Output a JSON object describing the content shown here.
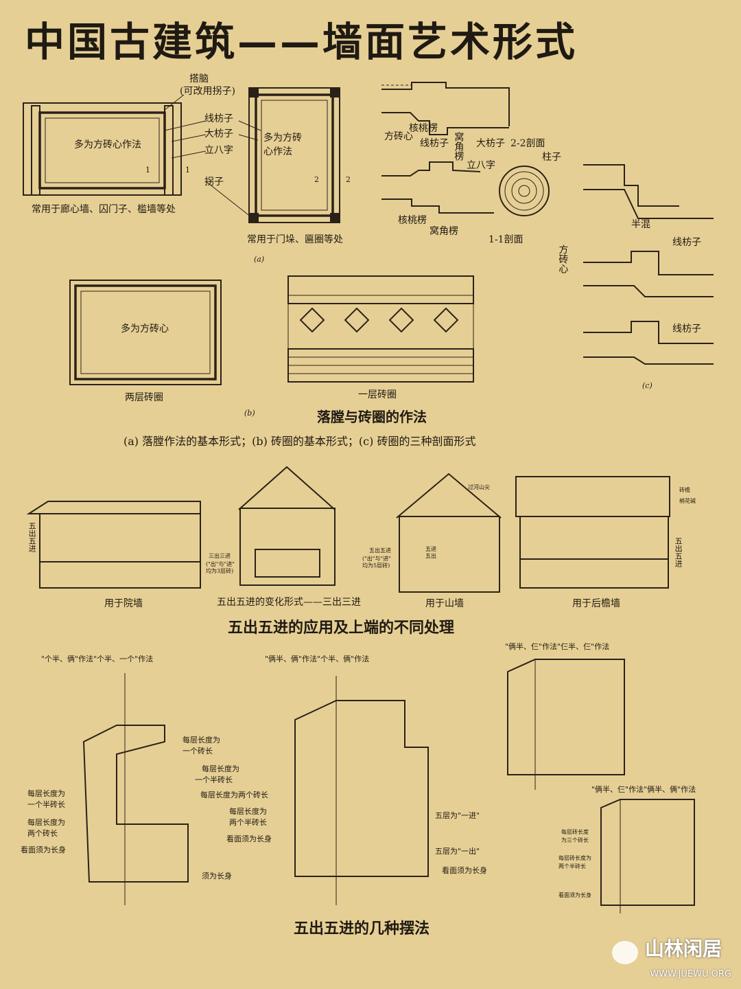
{
  "title": "中国古建筑——墙面艺术形式",
  "section1": {
    "fig_a": {
      "left_panel": {
        "center": "多为方砖心作法",
        "caption": "常用于廊心墙、囚门子、槛墙等处",
        "marker_1a": "1",
        "marker_1b": "1"
      },
      "mid_panel": {
        "center_line1": "多为方砖",
        "center_line2": "心作法",
        "caption": "常用于门垛、匾圈等处",
        "marker_2a": "2",
        "marker_2b": "2"
      },
      "callouts": {
        "dana": "搭脑",
        "dana_note": "(可改用拐子)",
        "xianfangzi": "线枋子",
        "dafangzi": "大枋子",
        "libazi": "立八字",
        "guaizi": "拐子"
      },
      "section_labels": {
        "fangzhuanxin": "方砖心",
        "hetaoleng_top": "核桃楞",
        "xianfangzi": "线枋子",
        "wojiaoleng_top": "窝角楞",
        "dafangzi": "大枋子",
        "sec22": "2-2剖面",
        "zhuzi": "柱子",
        "libazi": "立八字",
        "hetaoleng_bottom": "核桃楞",
        "wojiaoleng_bottom": "窝角楞",
        "sec11": "1-1剖面"
      },
      "letter": "(a)"
    },
    "fig_b": {
      "panel_center": "多为方砖心",
      "caption_left": "两层砖圈",
      "caption_right": "一层砖圈",
      "letter": "(b)"
    },
    "fig_c": {
      "fangzhuanxin": "方砖心",
      "banhun": "半混",
      "xianfangzi1": "线枋子",
      "xianfangzi2": "线枋子",
      "letter": "(c)"
    },
    "heading": "落膛与砖圈的作法",
    "caption": "(a) 落膛作法的基本形式；(b) 砖圈的基本形式；(c) 砖圈的三种剖面形式"
  },
  "section2": {
    "panels": [
      {
        "caption": "用于院墙",
        "side_label": "五出五进"
      },
      {
        "caption": "五出五进的变化形式——三出三进",
        "side_label": "三出三进",
        "side_note1": "(\"出\"与\"进\"",
        "side_note2": "均为3层砖)"
      },
      {
        "caption": "用于山墙",
        "top_label": "过河山尖",
        "side_label": "五出五进",
        "side_note1": "(\"出\"与\"进\"",
        "side_note2": "均为5层砖)",
        "marks": [
          "五进",
          "五出"
        ]
      },
      {
        "caption": "用于后檐墙",
        "top_label1": "砖檐",
        "top_label2": "梢花碱",
        "side_label": "五出五进"
      }
    ],
    "heading": "五出五进的应用及上端的不同处理"
  },
  "section3": {
    "left": {
      "title": "\"个半、俩\"作法\"个半、一个\"作法",
      "notes": [
        "每层长度为",
        "一个砖长",
        "每层长度为",
        "一个半砖长",
        "每层长度为",
        "一个半砖长",
        "每层长度为",
        "两个砖长",
        "看面须为长身",
        "须为长身"
      ]
    },
    "middle": {
      "title": "\"俩半、俩\"作法\"个半、俩\"作法",
      "notes": [
        "每层长度为两个砖长",
        "每层长度为",
        "两个半砖长",
        "看面须为长身",
        "五层为\"一进\"",
        "五层为\"一出\"",
        "看面须为长身"
      ]
    },
    "right": {
      "title_top": "\"俩半、仨\"作法\"仨半、仨\"作法",
      "title_bottom": "\"俩半、仨\"作法\"俩半、俩\"作法",
      "notes": [
        "每层砖长度",
        "为三个砖长",
        "每层砖长度为",
        "两个半砖长",
        "看面须为长身"
      ]
    },
    "heading": "五出五进的几种摆法"
  },
  "watermark": {
    "name": "山林闲居",
    "url": "WWW.JUEWU.ORG"
  }
}
